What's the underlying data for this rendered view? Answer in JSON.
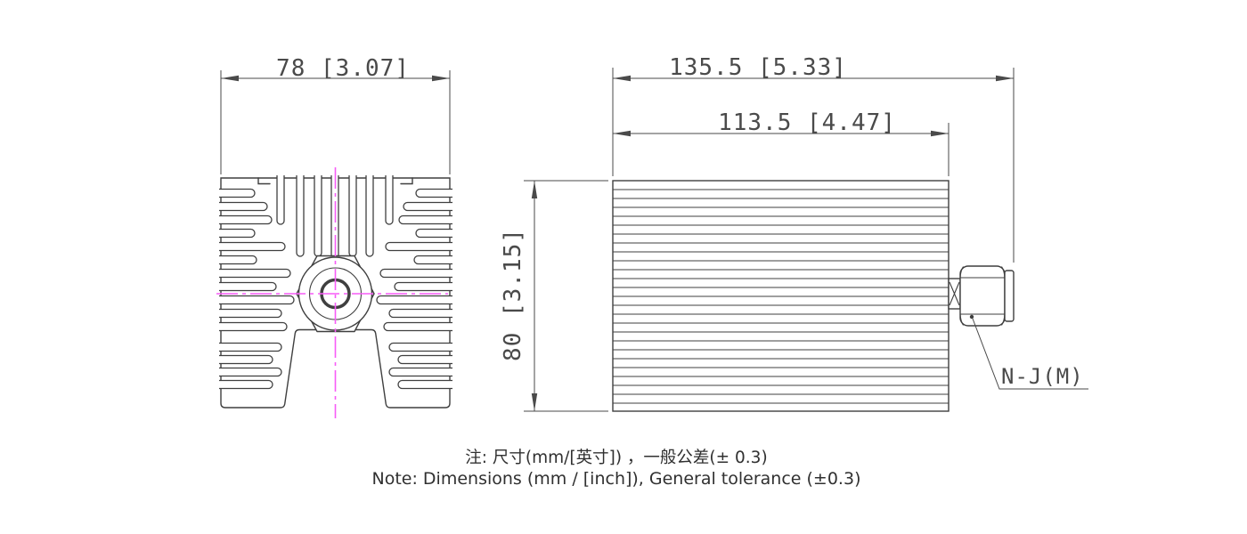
{
  "drawing": {
    "front_view": {
      "width_dimension": "78 [3.07]"
    },
    "side_view": {
      "overall_length_dimension": "135.5 [5.33]",
      "body_length_dimension": "113.5 [4.47]",
      "height_dimension": "80 [3.15]",
      "connector_label": "N-J(M)"
    },
    "notes": {
      "chinese": "注: 尺寸(mm/[英寸]) ，一般公差(± 0.3)",
      "english": "Note: Dimensions (mm / [inch]), General tolerance (±0.3)"
    },
    "colors": {
      "outline": "#3f3f3f",
      "dimension": "#4a4a4a",
      "centerline": "#f75bf7",
      "background": "#ffffff"
    }
  }
}
